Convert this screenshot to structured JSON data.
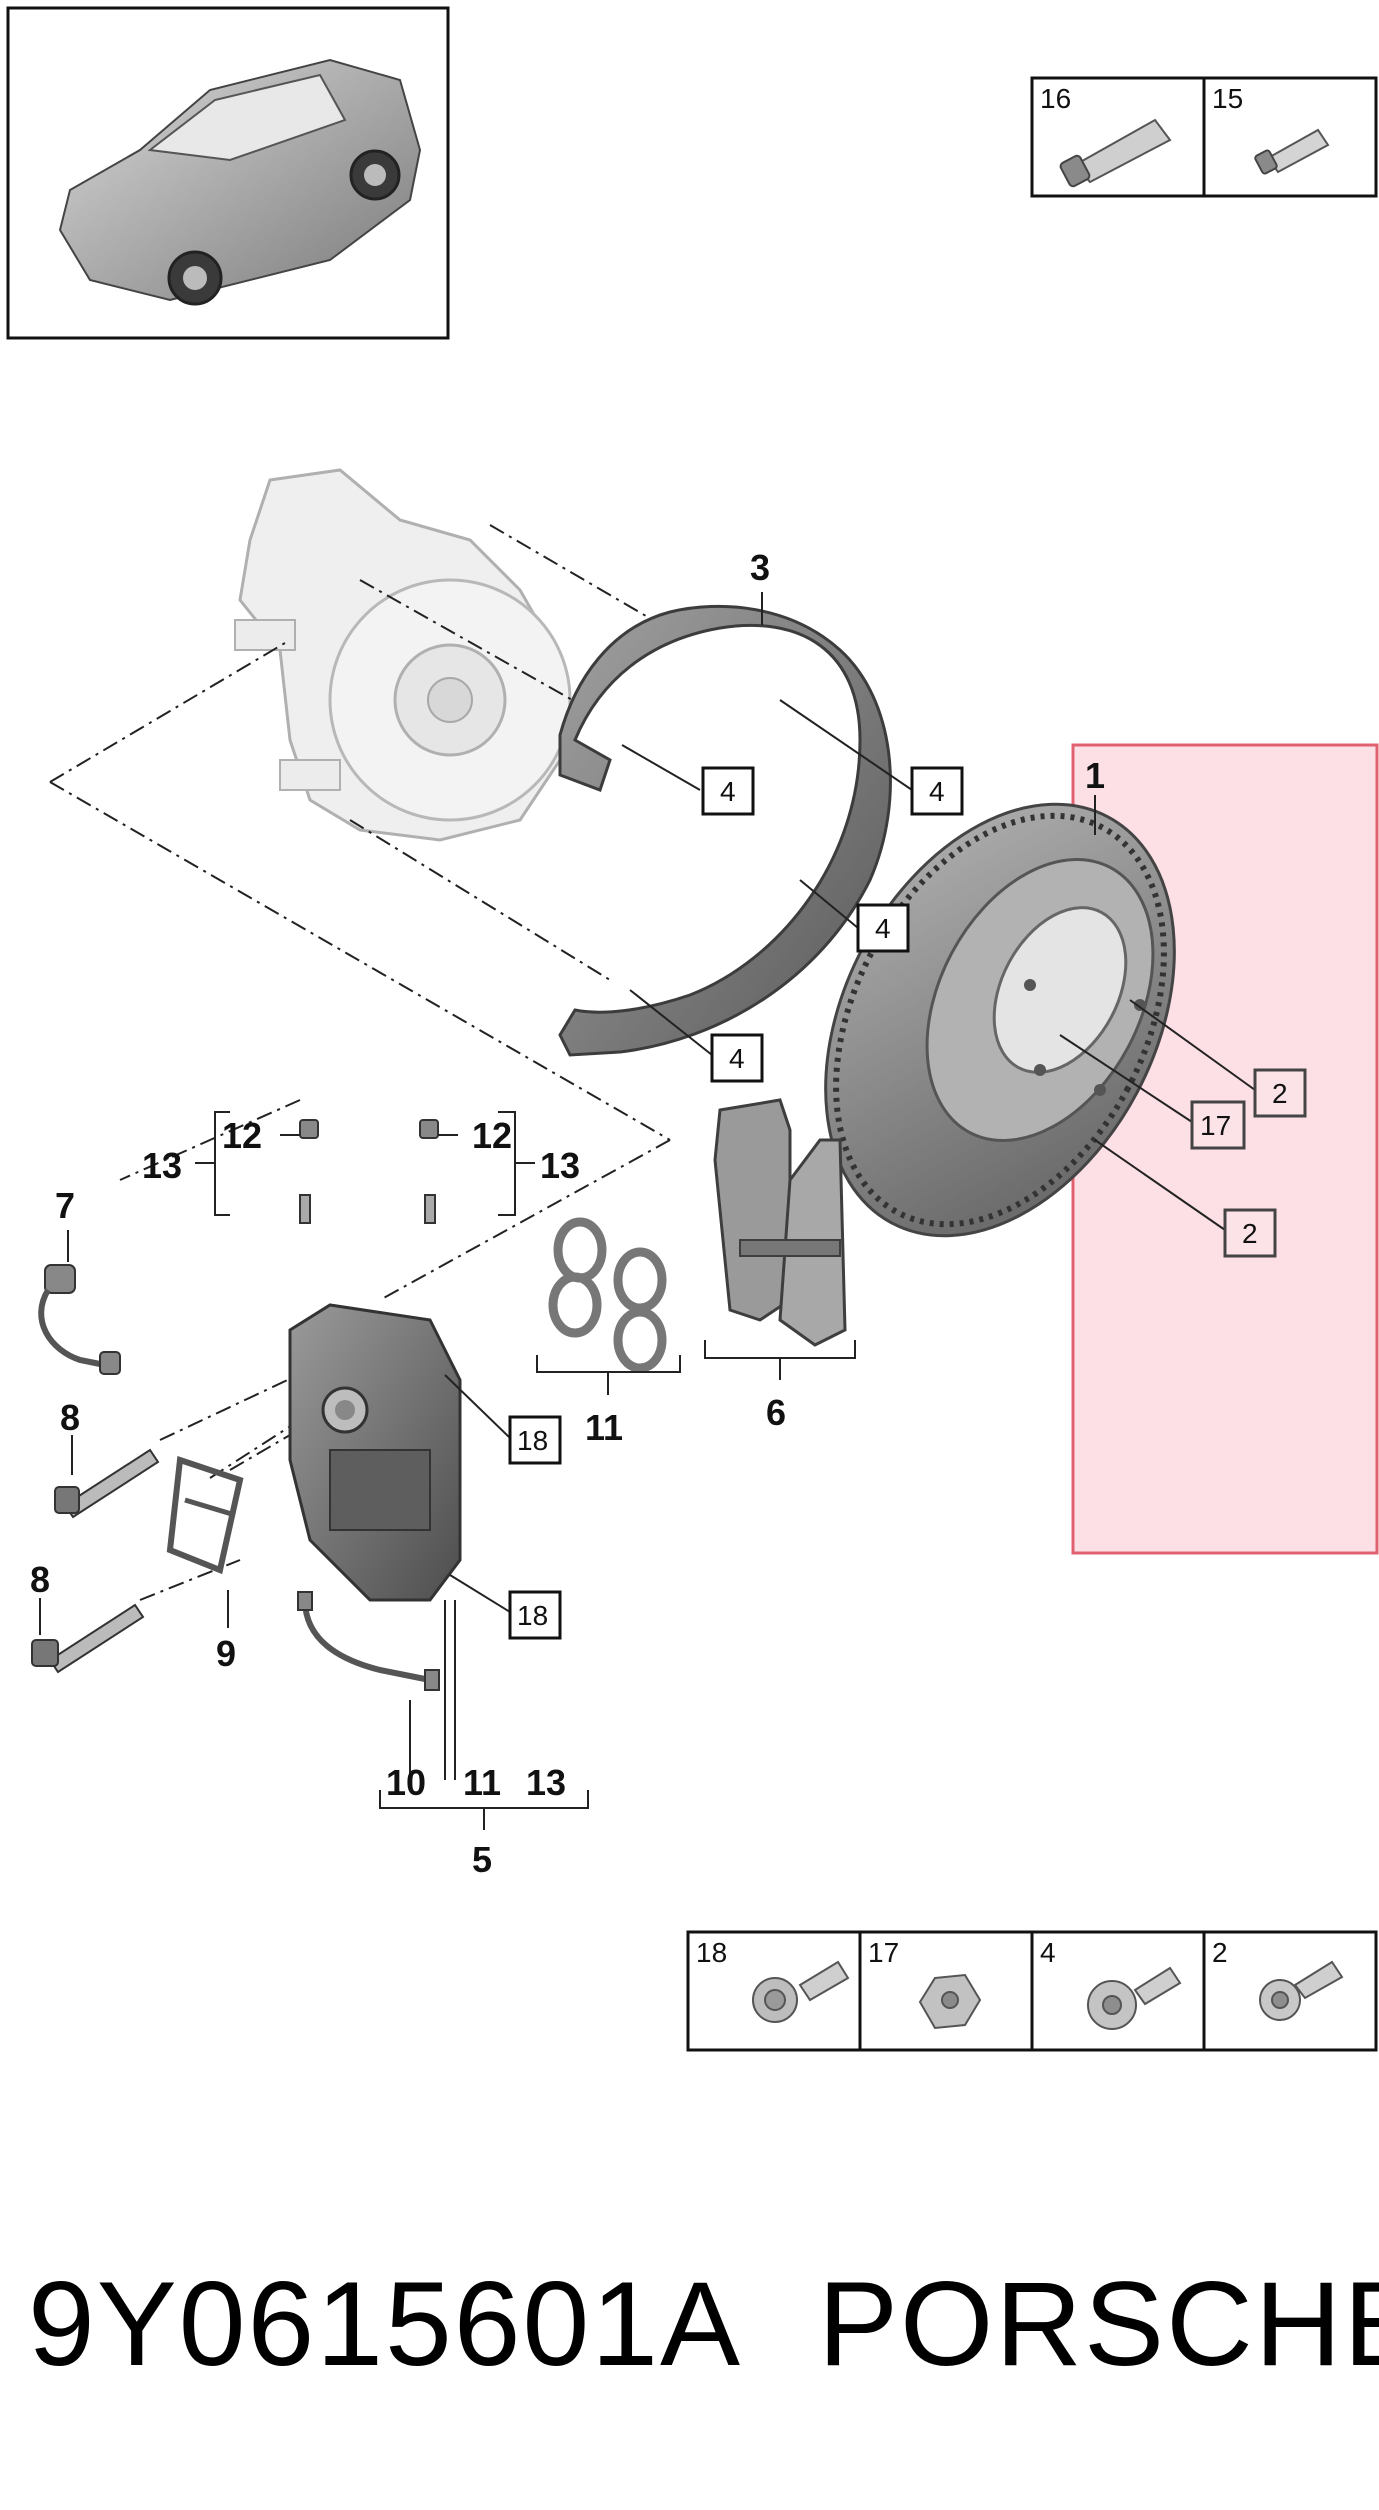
{
  "footer": {
    "part_number": "9Y0615601A",
    "brand": "PORSCHE"
  },
  "callouts": {
    "c1": "1",
    "c3": "3",
    "c5": "5",
    "c6": "6",
    "c7": "7",
    "c8a": "8",
    "c8b": "8",
    "c9": "9",
    "c10": "10",
    "c11a": "11",
    "c11b": "11",
    "c12a": "12",
    "c12b": "12",
    "c13a": "13",
    "c13b": "13",
    "c13c": "13"
  },
  "boxed": {
    "b4a": "4",
    "b4b": "4",
    "b4c": "4",
    "b4d": "4",
    "b2a": "2",
    "b2b": "2",
    "b17": "17",
    "b18a": "18",
    "b18b": "18"
  },
  "legend_top": [
    "16",
    "15"
  ],
  "legend_bottom": [
    "18",
    "17",
    "4",
    "2"
  ],
  "colors": {
    "highlight_fill": "#fde0e6",
    "highlight_border": "#e06070",
    "shield": "#7a7a7a",
    "disc": "#8c8c8c",
    "caliper": "#6f6f6f",
    "knuckle": "#e9e9e9"
  }
}
